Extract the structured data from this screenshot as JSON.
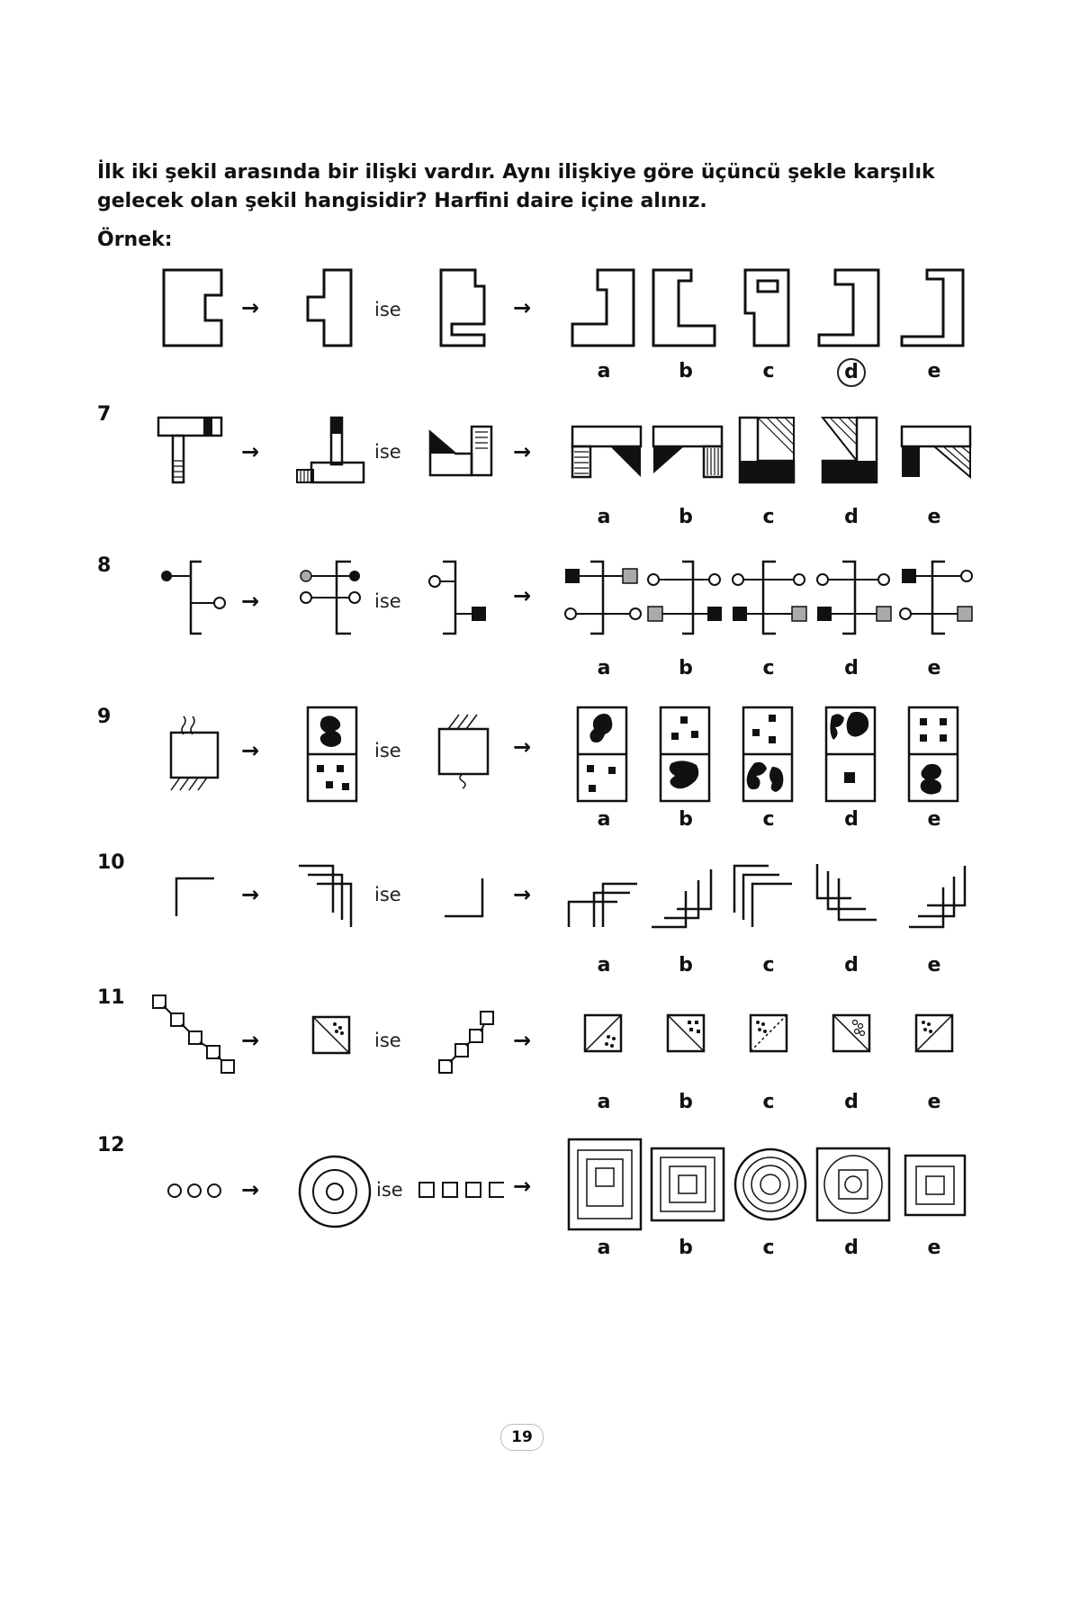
{
  "instructions": "İlk iki şekil arasında bir ilişki vardır. Aynı ilişkiye göre üçüncü şekle karşılık gelecek olan şekil hangisidir? Harfini daire içine alınız.",
  "example_heading": "Örnek:",
  "connector_word": "ise",
  "arrow_glyph": "→",
  "option_letters": [
    "a",
    "b",
    "c",
    "d",
    "e"
  ],
  "example_answer": "d",
  "questions": [
    {
      "number": "7"
    },
    {
      "number": "8"
    },
    {
      "number": "9"
    },
    {
      "number": "10"
    },
    {
      "number": "11"
    },
    {
      "number": "12"
    }
  ],
  "page_number": "19"
}
